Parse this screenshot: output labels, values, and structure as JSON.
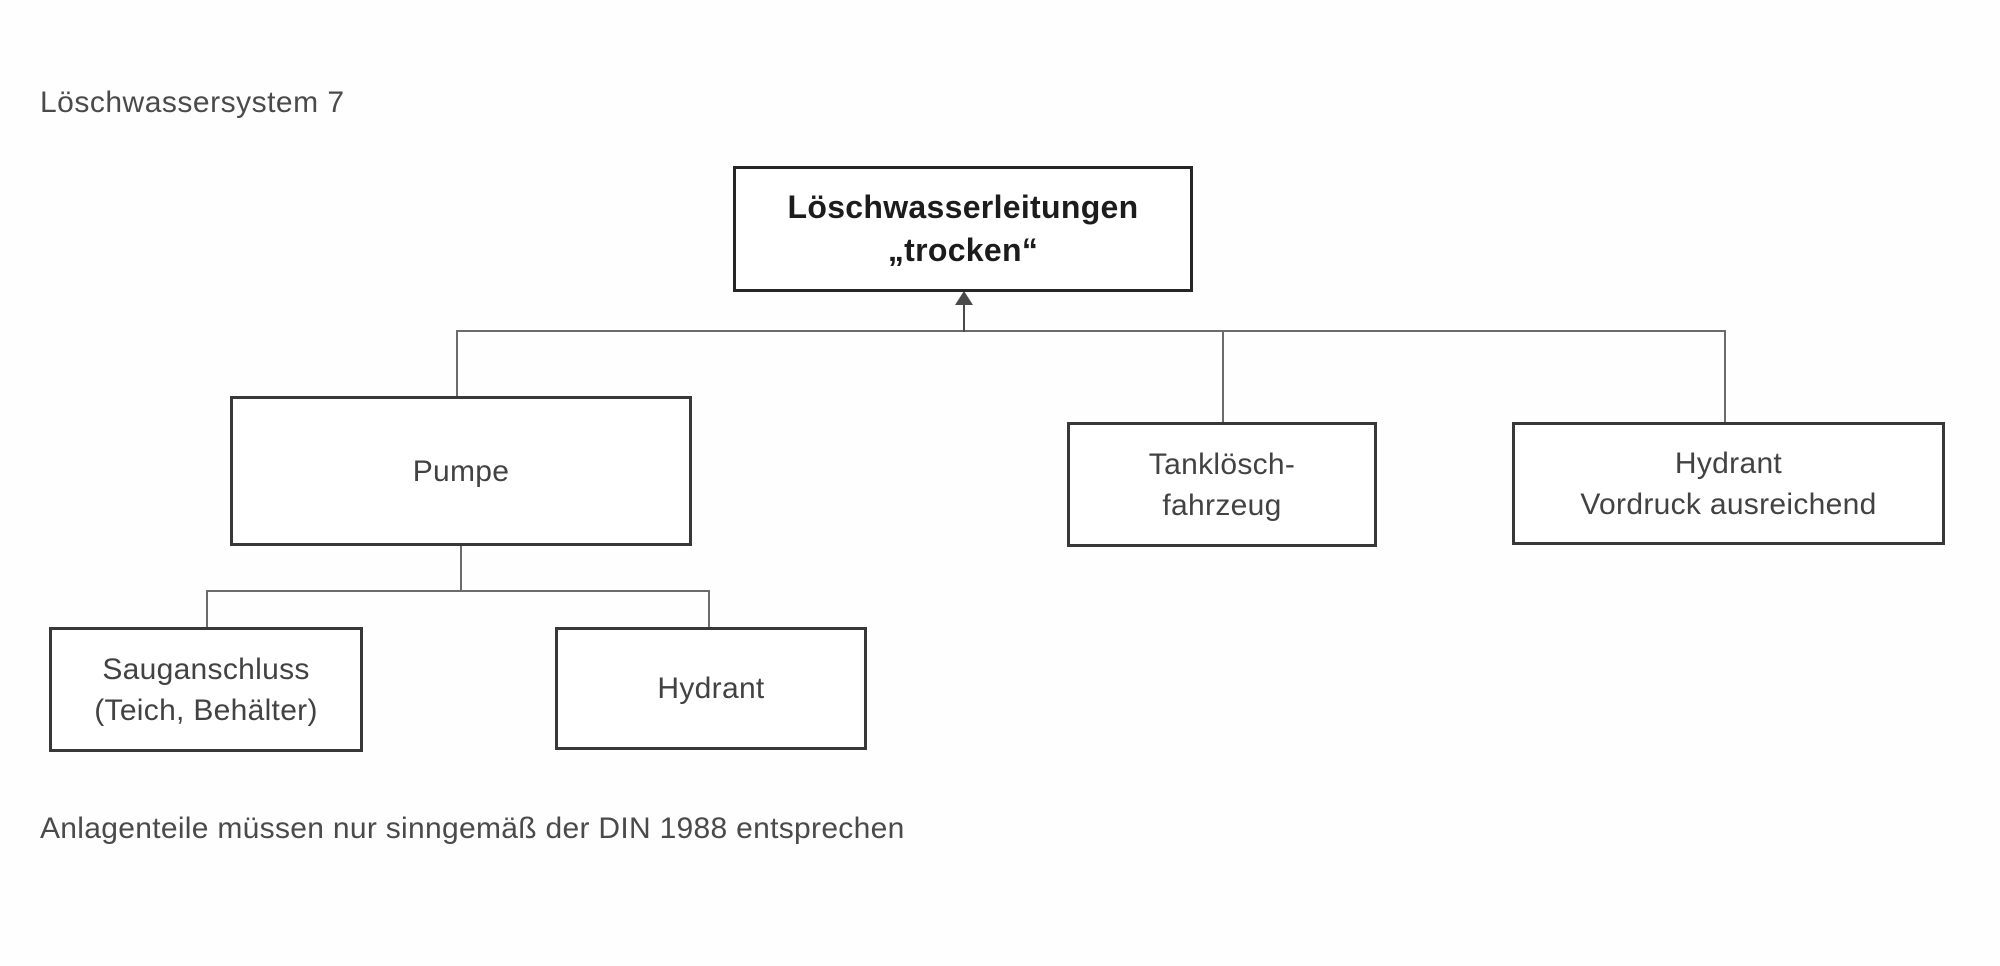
{
  "header": {
    "title": "Löschwassersystem 7"
  },
  "footer": {
    "note": "Anlagenteile müssen nur sinngemäß der DIN 1988 entsprechen"
  },
  "nodes": {
    "root": {
      "line1": "Löschwasserleitungen",
      "line2": "„trocken“"
    },
    "pumpe": {
      "line1": "Pumpe"
    },
    "tankloeschfahrzeug": {
      "line1": "Tanklösch-",
      "line2": "fahrzeug"
    },
    "hydrant_vordruck": {
      "line1": "Hydrant",
      "line2": "Vordruck ausreichend"
    },
    "sauganschluss": {
      "line1": "Sauganschluss",
      "line2": "(Teich, Behälter)"
    },
    "hydrant": {
      "line1": "Hydrant"
    }
  },
  "icons": {
    "arrow_up": "arrow pointing up into root node"
  },
  "colors": {
    "background": "#fefefe",
    "box_border": "#383838",
    "root_border": "#262626",
    "connector": "#6b6b6b",
    "text": "#424242",
    "caption_text": "#4a4a4a"
  }
}
